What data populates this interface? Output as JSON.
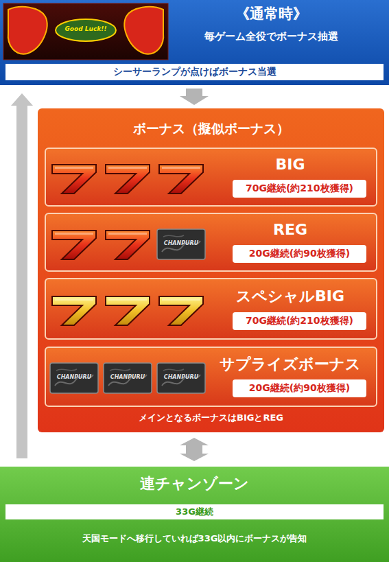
{
  "diagram": {
    "nodes": [
      {
        "text": [
          "《通常時》",
          "毎ゲーム全役でボーナス抽選"
        ]
      },
      {
        "text": [
          "シーサーランプが点けばボーナス当選"
        ],
        "in": 0
      },
      {
        "text": [
          "ボーナス（擬似ボーナス）",
          "メインとなるボーナスはBIGとREG"
        ]
      },
      {
        "text": [
          "BIG"
        ],
        "in": 2
      },
      {
        "text": [
          "70G継続(約210枚獲得)"
        ],
        "in": 3
      },
      {
        "text": [
          "REG"
        ],
        "in": 2
      },
      {
        "text": [
          "20G継続(約90枚獲得)"
        ],
        "in": 5
      },
      {
        "text": [
          "スペシャルBIG"
        ],
        "in": 2
      },
      {
        "text": [
          "70G継続(約210枚獲得)"
        ],
        "in": 7
      },
      {
        "text": [
          "サプライズボーナス"
        ],
        "in": 2
      },
      {
        "text": [
          "20G継続(約90枚獲得)"
        ],
        "in": 9
      },
      {
        "text": [
          "連チャンゾーン",
          "天国モードへ移行していれば33G以内にボーナスが告知"
        ]
      },
      {
        "text": [
          "33G継続"
        ],
        "in": 11
      }
    ],
    "edges": [
      {
        "from": 0,
        "to": 2,
        "arrow": "to"
      },
      {
        "from": 2,
        "to": 11,
        "arrow": "both"
      },
      {
        "from": 11,
        "to": 0,
        "arrow": "to"
      }
    ],
    "labels": [
      "Good Luck!!",
      "CHANPURU",
      "CHANPURU",
      "CHANPURU",
      "CHANPURU"
    ]
  }
}
